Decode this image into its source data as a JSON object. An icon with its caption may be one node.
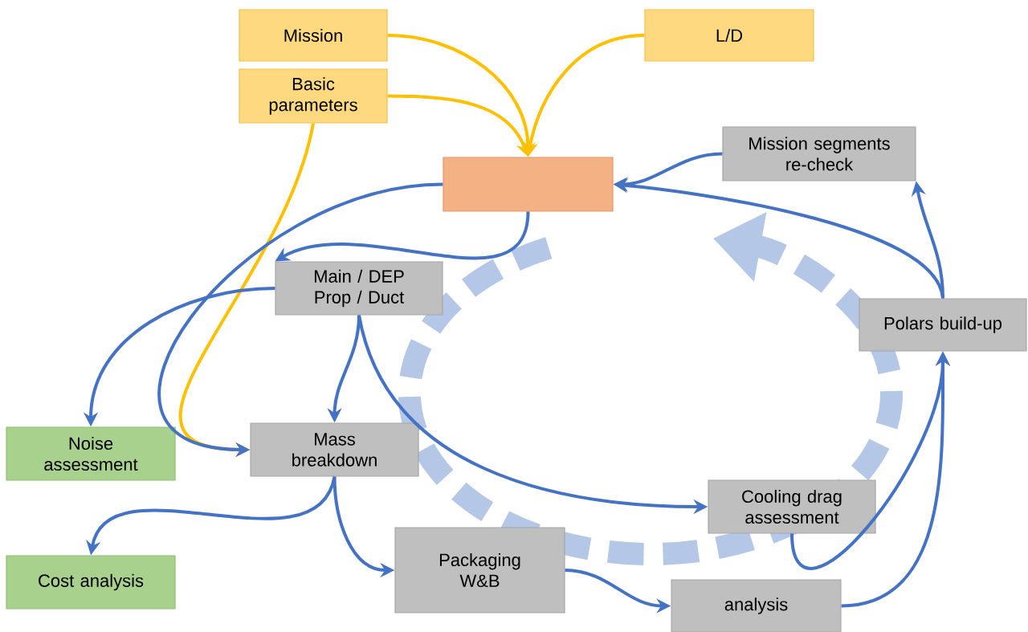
{
  "diagram": {
    "nodes": [
      {
        "text": [
          "Mission"
        ]
      },
      {
        "text": [
          "Basic parameters"
        ]
      },
      {
        "text": [
          "L/D"
        ]
      },
      {
        "text": [],
        "shape": "box"
      },
      {
        "text": [
          "Mission segments re-check"
        ]
      },
      {
        "text": [
          "Main / DEP Prop / Duct"
        ]
      },
      {
        "text": [
          "Polars build-up"
        ]
      },
      {
        "text": [
          "Noise assessment"
        ]
      },
      {
        "text": [
          "Mass breakdown"
        ]
      },
      {
        "text": [
          "Cooling drag assessment"
        ]
      },
      {
        "text": [
          "Cost analysis"
        ]
      },
      {
        "text": [
          "Packaging W&B"
        ]
      },
      {
        "text": [
          "analysis"
        ]
      }
    ],
    "edges": [
      {
        "from": 0,
        "to": 3,
        "arrow": "to",
        "color": "#ffc000"
      },
      {
        "from": 1,
        "to": 3,
        "arrow": "to",
        "color": "#ffc000"
      },
      {
        "from": 2,
        "to": 3,
        "arrow": "to",
        "color": "#ffc000"
      },
      {
        "from": 1,
        "to": 8,
        "arrow": "to",
        "color": "#ffc000"
      },
      {
        "from": 4,
        "to": 3,
        "arrow": "to"
      },
      {
        "from": 6,
        "to": 3,
        "arrow": "to"
      },
      {
        "from": 6,
        "to": 4,
        "arrow": "to"
      },
      {
        "from": 3,
        "to": 5,
        "arrow": "to"
      },
      {
        "from": 3,
        "to": 8,
        "arrow": "to"
      },
      {
        "from": 5,
        "to": 7,
        "arrow": "to"
      },
      {
        "from": 5,
        "to": 8,
        "arrow": "to"
      },
      {
        "from": 5,
        "to": 9,
        "arrow": "to"
      },
      {
        "from": 8,
        "to": 10,
        "arrow": "to"
      },
      {
        "from": 8,
        "to": 11,
        "arrow": "to"
      },
      {
        "from": 11,
        "to": 12,
        "arrow": "to"
      },
      {
        "from": 12,
        "to": 6,
        "arrow": "to"
      },
      {
        "from": 9,
        "to": 6,
        "arrow": "to"
      }
    ]
  }
}
